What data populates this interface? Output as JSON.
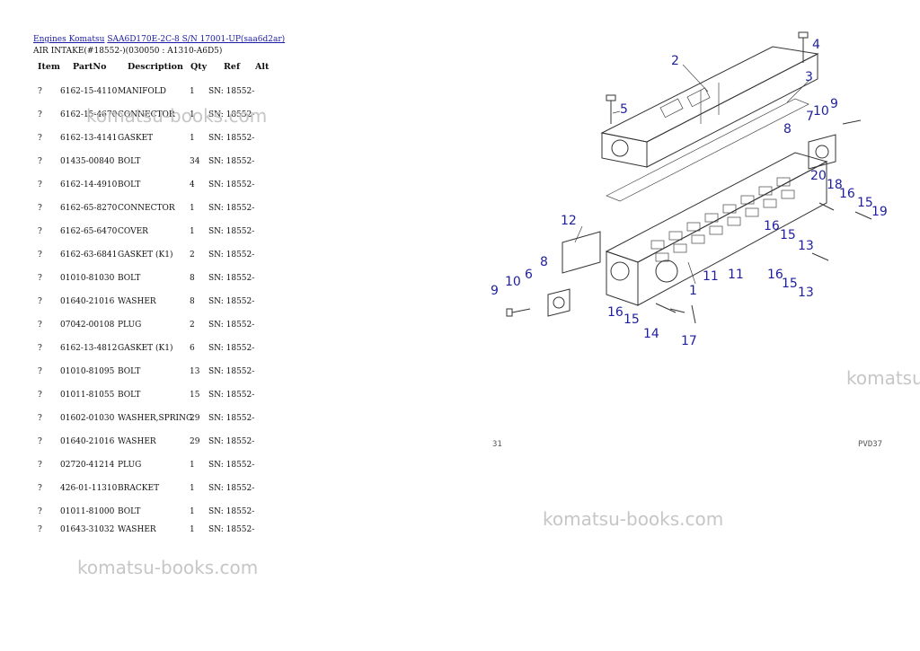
{
  "breadcrumb": {
    "link1": "Engines Komatsu",
    "link2": "SAA6D170E-2C-8 S/N 17001-UP(saa6d2ar)"
  },
  "subtitle": "AIR INTAKE(#18552-)(030050 : A1310-A6D5)",
  "columns": {
    "item": "Item",
    "partno": "PartNo",
    "description": "Description",
    "qty": "Qty",
    "ref": "Ref",
    "alt": "Alt"
  },
  "parts": [
    {
      "item": "?",
      "partno": "6162-15-4110",
      "desc": "MANIFOLD",
      "qty": "1",
      "ref": "SN: 18552-"
    },
    {
      "item": "?",
      "partno": "6162-15-4670",
      "desc": "CONNECTOR",
      "qty": "1",
      "ref": "SN: 18552-"
    },
    {
      "item": "?",
      "partno": "6162-13-4141",
      "desc": "GASKET",
      "qty": "1",
      "ref": "SN: 18552-"
    },
    {
      "item": "?",
      "partno": "01435-00840",
      "desc": "BOLT",
      "qty": "34",
      "ref": "SN: 18552-"
    },
    {
      "item": "?",
      "partno": "6162-14-4910",
      "desc": "BOLT",
      "qty": "4",
      "ref": "SN: 18552-"
    },
    {
      "item": "?",
      "partno": "6162-65-8270",
      "desc": "CONNECTOR",
      "qty": "1",
      "ref": "SN: 18552-"
    },
    {
      "item": "?",
      "partno": "6162-65-6470",
      "desc": "COVER",
      "qty": "1",
      "ref": "SN: 18552-"
    },
    {
      "item": "?",
      "partno": "6162-63-6841",
      "desc": "GASKET (K1)",
      "qty": "2",
      "ref": "SN: 18552-"
    },
    {
      "item": "?",
      "partno": "01010-81030",
      "desc": "BOLT",
      "qty": "8",
      "ref": "SN: 18552-"
    },
    {
      "item": "?",
      "partno": "01640-21016",
      "desc": "WASHER",
      "qty": "8",
      "ref": "SN: 18552-"
    },
    {
      "item": "?",
      "partno": "07042-00108",
      "desc": "PLUG",
      "qty": "2",
      "ref": "SN: 18552-"
    },
    {
      "item": "?",
      "partno": "6162-13-4812",
      "desc": "GASKET (K1)",
      "qty": "6",
      "ref": "SN: 18552-"
    },
    {
      "item": "?",
      "partno": "01010-81095",
      "desc": "BOLT",
      "qty": "13",
      "ref": "SN: 18552-"
    },
    {
      "item": "?",
      "partno": "01011-81055",
      "desc": "BOLT",
      "qty": "15",
      "ref": "SN: 18552-"
    },
    {
      "item": "?",
      "partno": "01602-01030",
      "desc": "WASHER,SPRING",
      "qty": "29",
      "ref": "SN: 18552-"
    },
    {
      "item": "?",
      "partno": "01640-21016",
      "desc": "WASHER",
      "qty": "29",
      "ref": "SN: 18552-"
    },
    {
      "item": "?",
      "partno": "02720-41214",
      "desc": "PLUG",
      "qty": "1",
      "ref": "SN: 18552-"
    },
    {
      "item": "?",
      "partno": "426-01-11310",
      "desc": "BRACKET",
      "qty": "1",
      "ref": "SN: 18552-"
    },
    {
      "item": "?",
      "partno": "01011-81000",
      "desc": "BOLT",
      "qty": "1",
      "ref": "SN: 18552-"
    },
    {
      "item": "?",
      "partno": "01643-31032",
      "desc": "WASHER",
      "qty": "1",
      "ref": "SN: 18552-"
    }
  ],
  "watermark": "komatsu-books.com",
  "watermark_partial": "komatsu",
  "diagram": {
    "callouts": [
      "1",
      "2",
      "3",
      "4",
      "5",
      "6",
      "7",
      "8",
      "9",
      "10",
      "11",
      "12",
      "13",
      "14",
      "15",
      "16",
      "17",
      "18",
      "19",
      "20"
    ],
    "page_left": "31",
    "page_right": "PVD37"
  }
}
